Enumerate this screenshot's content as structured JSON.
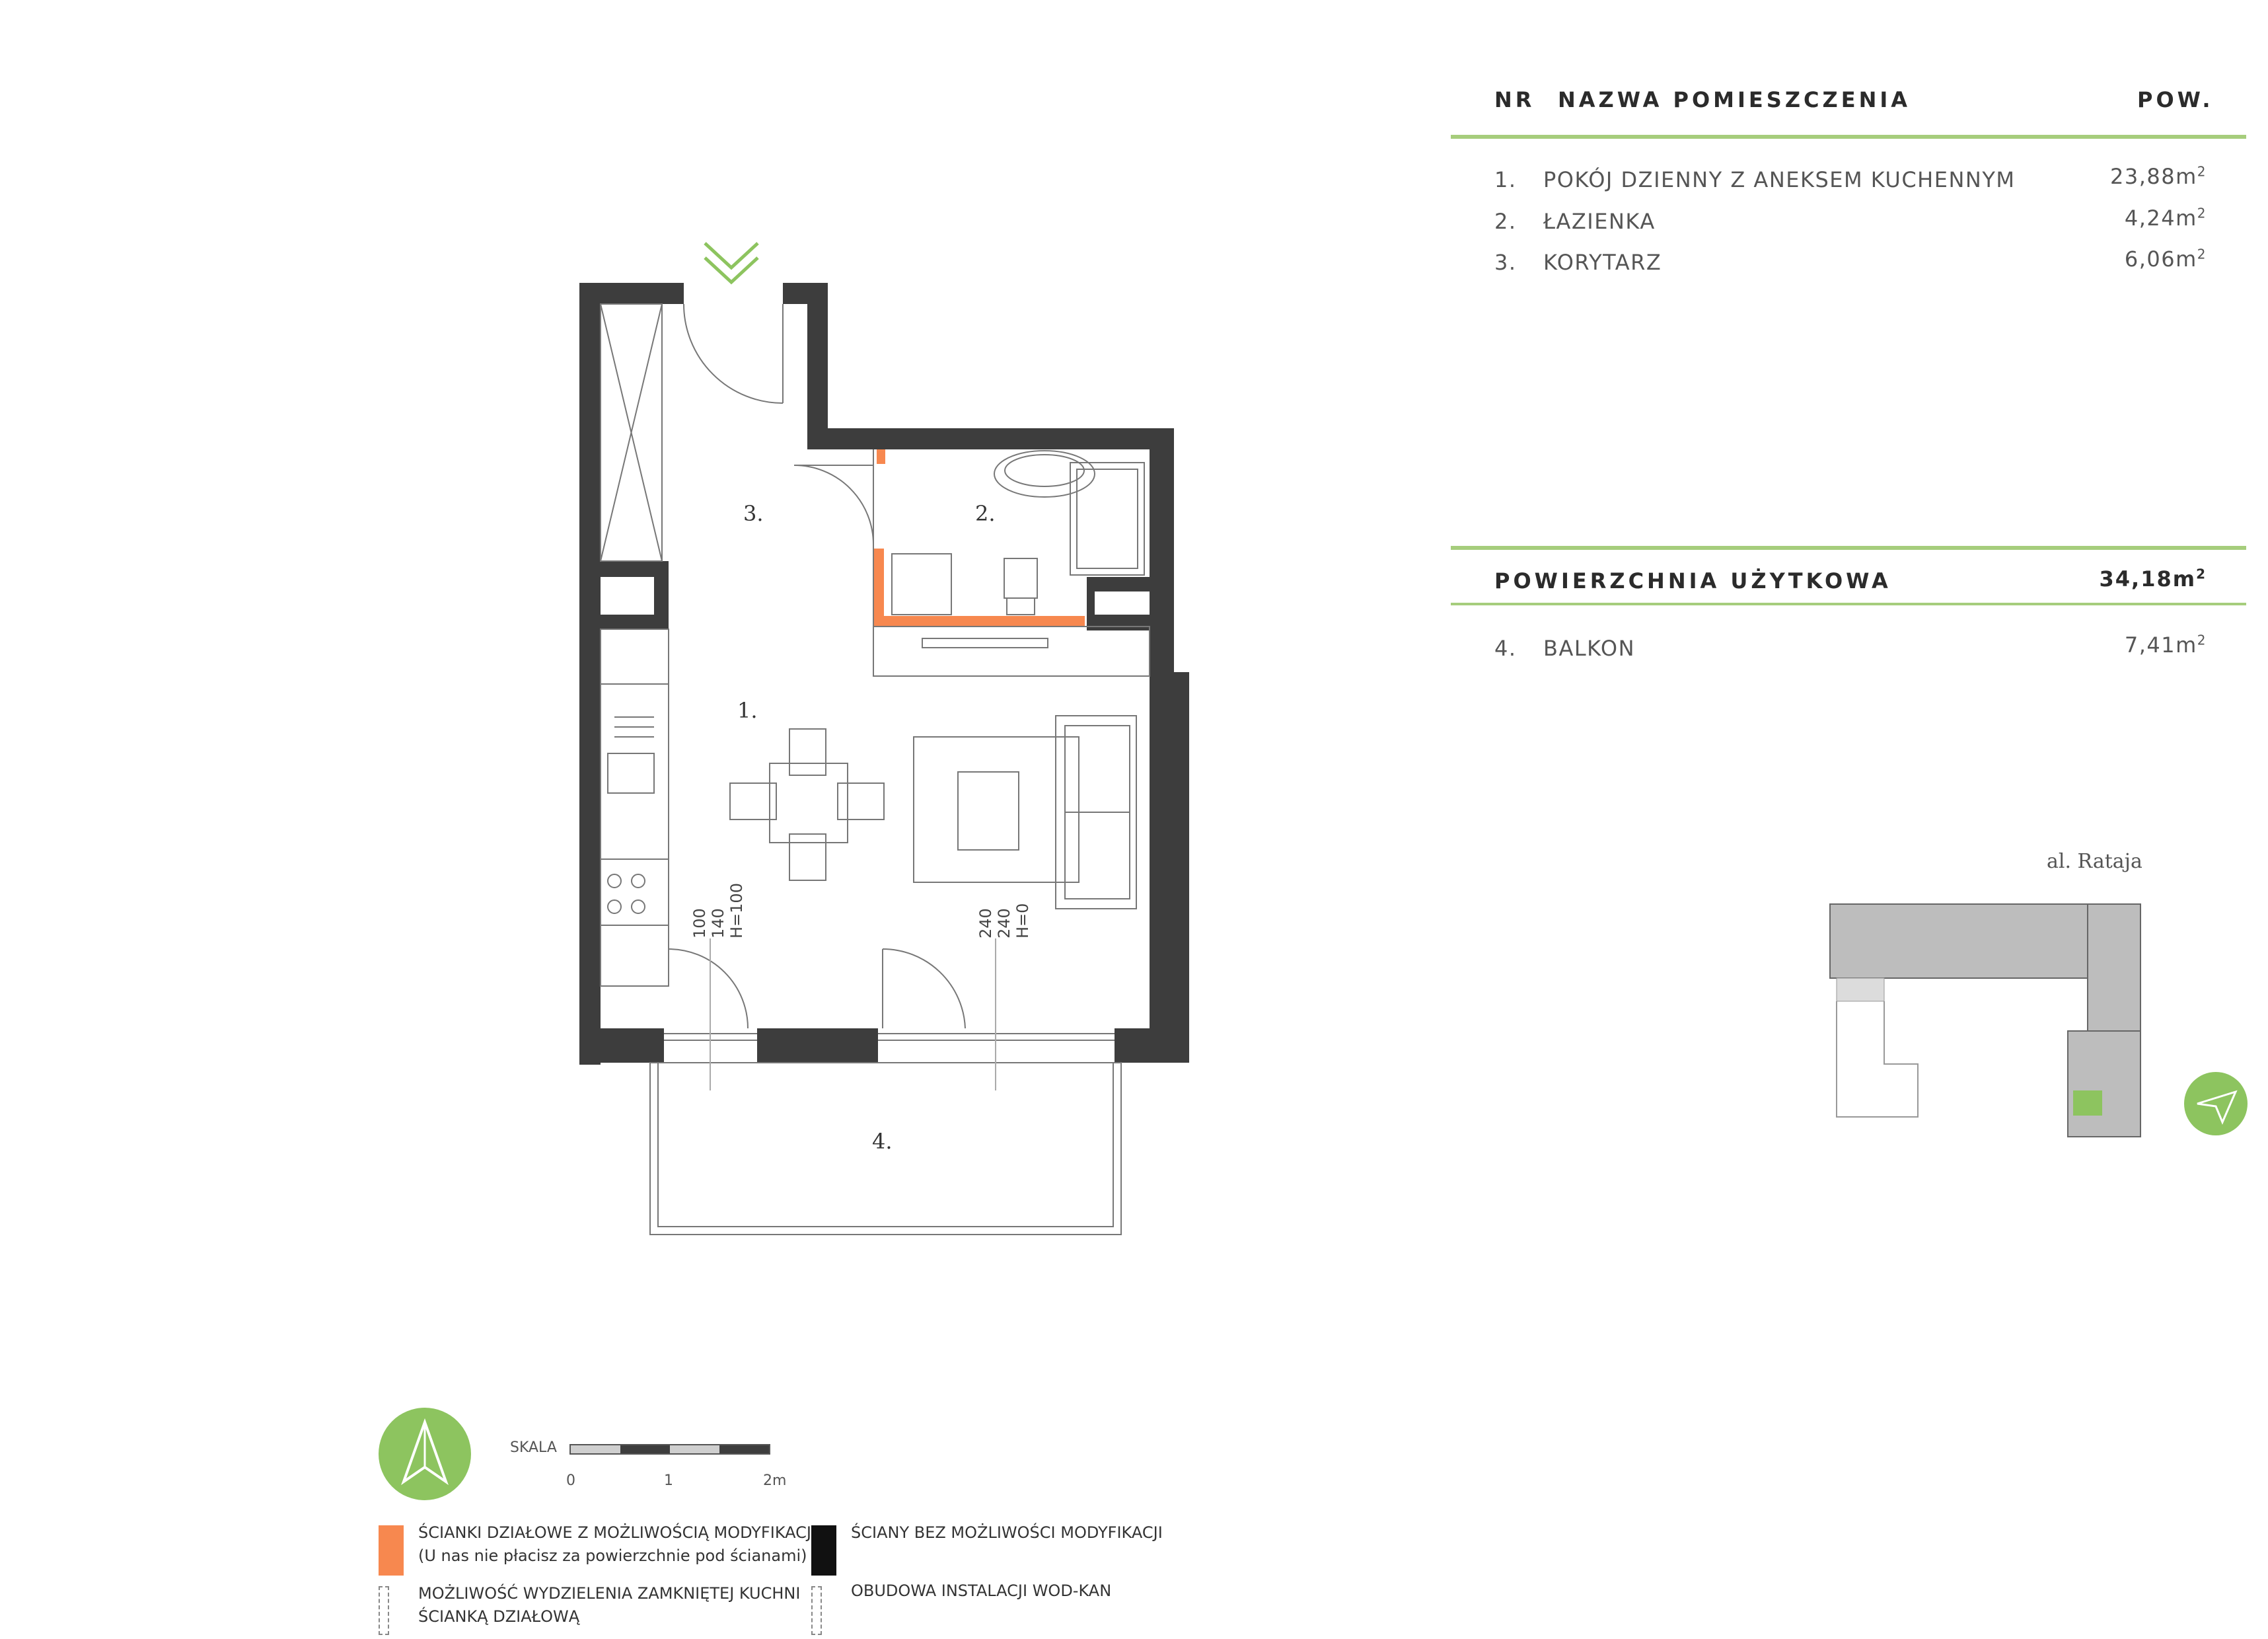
{
  "table": {
    "header": {
      "nr": "NR",
      "name": "NAZWA POMIESZCZENIA",
      "area": "POW."
    },
    "rooms": [
      {
        "nr": "1.",
        "name": "POKÓJ DZIENNY Z ANEKSEM KUCHENNYM",
        "area": "23,88m",
        "unit_sup": "2"
      },
      {
        "nr": "2.",
        "name": "ŁAZIENKA",
        "area": "4,24m",
        "unit_sup": "2"
      },
      {
        "nr": "3.",
        "name": "KORYTARZ",
        "area": "6,06m",
        "unit_sup": "2"
      }
    ],
    "total": {
      "label": "POWIERZCHNIA UŻYTKOWA",
      "area": "34,18m",
      "unit_sup": "2"
    },
    "extra": [
      {
        "nr": "4.",
        "name": "BALKON",
        "area": "7,41m",
        "unit_sup": "2"
      }
    ]
  },
  "plan": {
    "room_labels": [
      "1.",
      "2.",
      "3.",
      "4."
    ],
    "window_dims": [
      {
        "lines": [
          "100",
          "140",
          "H=100"
        ]
      },
      {
        "lines": [
          "240",
          "240",
          "H=0"
        ]
      }
    ],
    "street": "al. Rataja"
  },
  "legend": {
    "scale_label": "SKALA",
    "scale_ticks": [
      "0",
      "1",
      "2m"
    ],
    "items": [
      {
        "swatch": "orange",
        "lines": [
          "ŚCIANKI DZIAŁOWE Z MOŻLIWOŚCIĄ MODYFIKACJI",
          "(U nas nie płacisz za powierzchnie pod ścianami)"
        ]
      },
      {
        "swatch": "black",
        "lines": [
          "ŚCIANY BEZ MOŻLIWOŚCI MODYFIKACJI"
        ]
      },
      {
        "swatch": "dashed",
        "lines": [
          "MOŻLIWOŚĆ WYDZIELENIA ZAMKNIĘTEJ KUCHNI",
          "ŚCIANKĄ DZIAŁOWĄ"
        ]
      },
      {
        "swatch": "dashed",
        "lines": [
          "OBUDOWA INSTALACJI WOD-KAN"
        ]
      }
    ]
  },
  "colors": {
    "accent_green": "#8dc45f",
    "rule_green": "#a6cd7c",
    "modifiable_wall": "#f7884f",
    "structural_wall": "#3d3d3d"
  },
  "icons": [
    "entrance-chevron-icon",
    "north-arrow-icon",
    "orientation-arrow-icon"
  ]
}
